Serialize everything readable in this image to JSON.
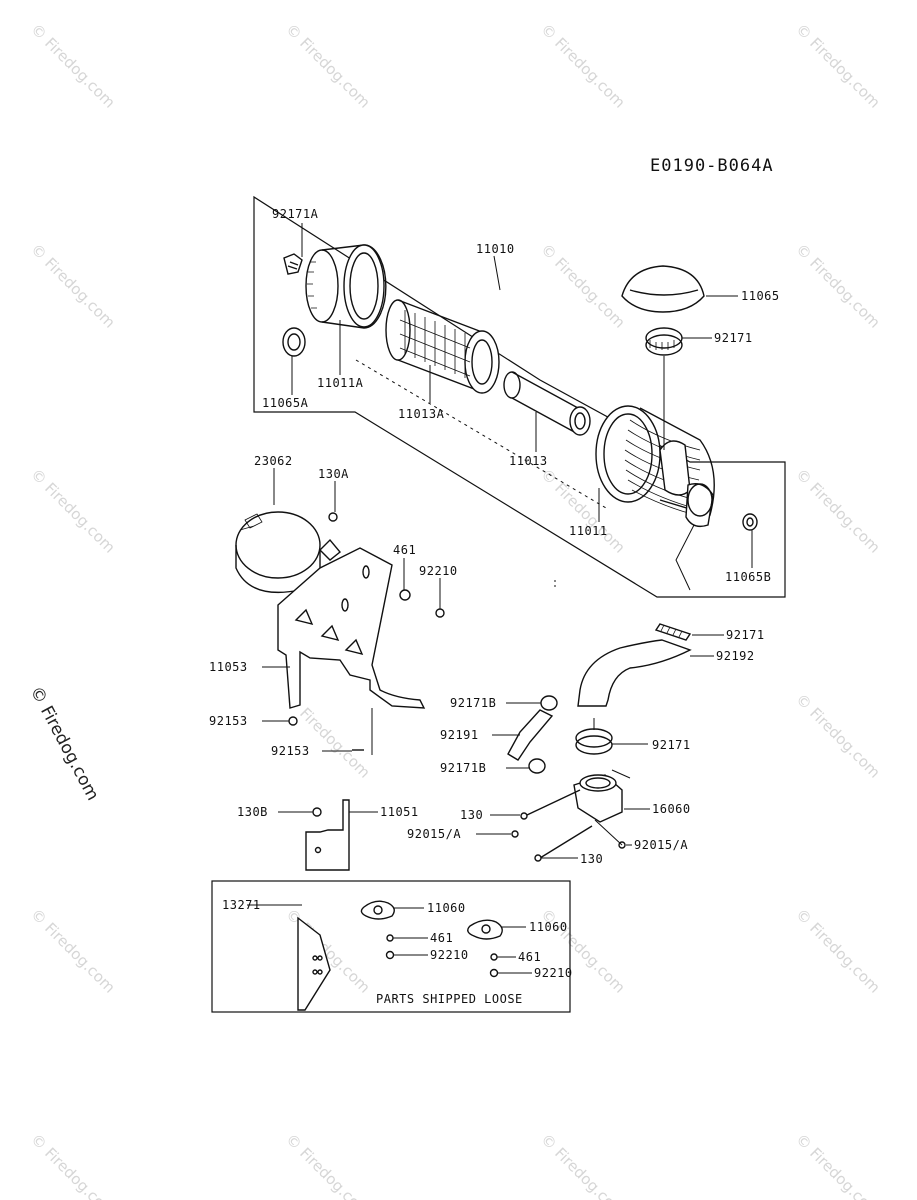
{
  "diagram_id": "E0190-B064A",
  "watermark_text": "© Firedog.com",
  "loose_parts_caption": "PARTS SHIPPED LOOSE",
  "labels": {
    "l_92171A": "92171A",
    "l_11010": "11010",
    "l_11065": "11065",
    "l_92171_top": "92171",
    "l_11011A": "11011A",
    "l_11065A": "11065A",
    "l_11013A": "11013A",
    "l_11013": "11013",
    "l_11011": "11011",
    "l_11065B": "11065B",
    "l_23062": "23062",
    "l_130A": "130A",
    "l_461_a": "461",
    "l_92210_a": "92210",
    "l_11053": "11053",
    "l_92153_a": "92153",
    "l_92153_b": "92153",
    "l_92171_mid": "92171",
    "l_92192": "92192",
    "l_92171B_a": "92171B",
    "l_92191": "92191",
    "l_92171B_b": "92171B",
    "l_92171_low": "92171",
    "l_130B": "130B",
    "l_11051": "11051",
    "l_130_a": "130",
    "l_16060": "16060",
    "l_92015A_a": "92015/A",
    "l_92015A_b": "92015/A",
    "l_130_b": "130",
    "l_13271": "13271",
    "l_11060_a": "11060",
    "l_11060_b": "11060",
    "l_461_b": "461",
    "l_461_c": "461",
    "l_92210_b": "92210",
    "l_92210_c": "92210"
  }
}
